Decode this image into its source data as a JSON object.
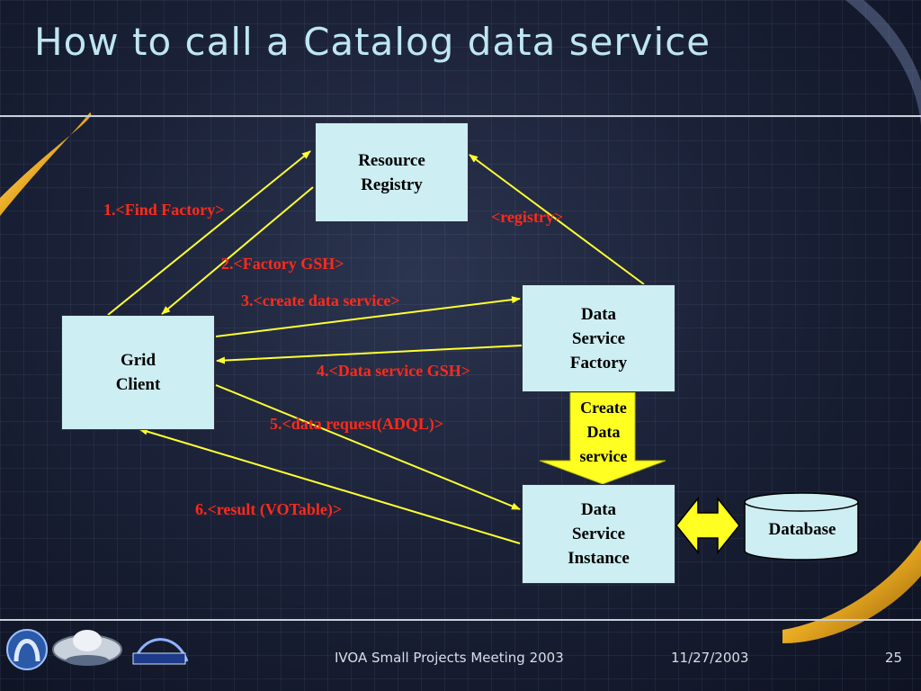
{
  "slide": {
    "title": "How to call a Catalog data service"
  },
  "nodes": {
    "resource_registry": "Resource\nRegistry",
    "grid_client": "Grid\nClient",
    "data_service_factory": "Data\nService\nFactory",
    "data_service_instance": "Data\nService\nInstance",
    "database": "Database"
  },
  "edges": {
    "find_factory": "1.<Find Factory>",
    "factory_gsh": "2.<Factory GSH>",
    "create_data_service": "3.<create data service>",
    "data_service_gsh": "4.<Data service GSH>",
    "data_request": "5.<data request(ADQL)>",
    "result": "6.<result (VOTable)>",
    "registry": "<registry>"
  },
  "create_arrow_label": "Create\nData\nservice",
  "footer": {
    "event": "IVOA Small Projects Meeting 2003",
    "date": "11/27/2003",
    "page": "25"
  },
  "colors": {
    "arrow": "#ffff33",
    "label": "#ff2a1a",
    "box_fill": "#cdeef2",
    "title": "#bfe6f2",
    "accent_swoosh": "#e8a820"
  }
}
